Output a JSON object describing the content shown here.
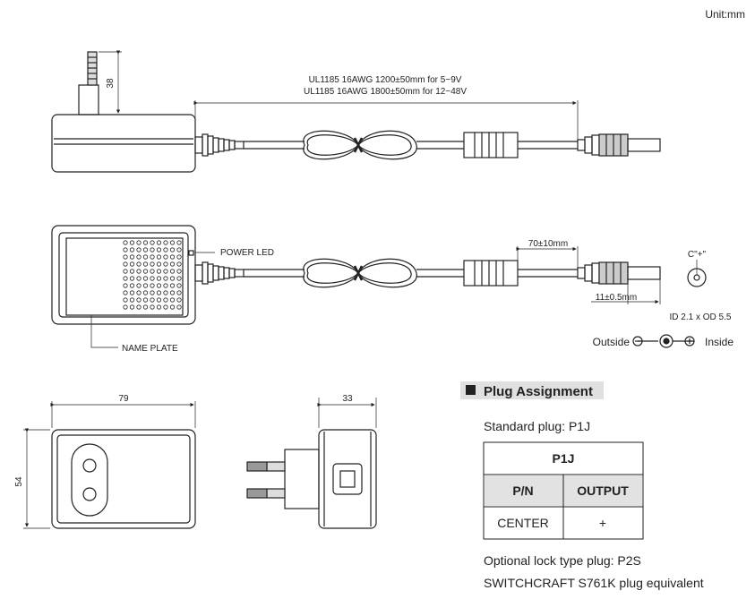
{
  "unit": "Unit:mm",
  "cable_spec": {
    "line1": "UL1185 16AWG 1200±50mm for 5~9V",
    "line2": "UL1185 16AWG 1800±50mm for 12~48V"
  },
  "dims": {
    "pin_height": "38",
    "body_length": "79",
    "body_width": "54",
    "body_depth": "33",
    "plug_length": "70±10mm",
    "tip_length": "11±0.5mm"
  },
  "labels": {
    "power_led": "POWER LED",
    "name_plate": "NAME PLATE",
    "polarity_top": "C\"+\"",
    "barrel_size": "ID 2.1 x OD 5.5",
    "outside": "Outside",
    "inside": "Inside"
  },
  "plug_assignment": {
    "title": "Plug Assignment",
    "standard": "Standard plug: P1J",
    "table_title": "P1J",
    "col1_header": "P/N",
    "col2_header": "OUTPUT",
    "row1_col1": "CENTER",
    "row1_col2": "+",
    "optional_line1": "Optional lock type plug: P2S",
    "optional_line2": "SWITCHCRAFT S761K plug equivalent"
  }
}
